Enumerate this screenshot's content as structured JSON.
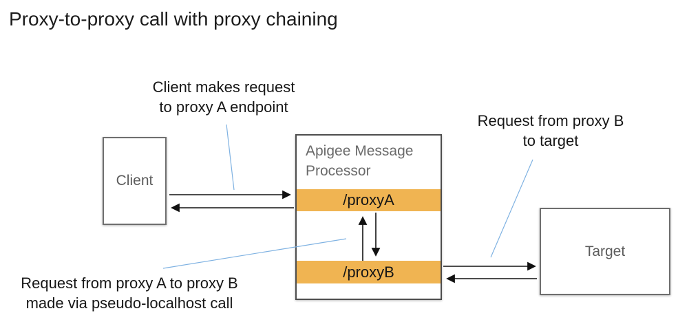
{
  "title": "Proxy-to-proxy call with proxy chaining",
  "annotations": {
    "client_request": {
      "line1": "Client makes request",
      "line2": "to proxy A endpoint"
    },
    "proxyb_to_target": {
      "line1": "Request from proxy B",
      "line2": "to target"
    },
    "proxya_to_proxyb": {
      "line1": "Request from proxy A to proxy B",
      "line2": "made via pseudo-localhost call"
    }
  },
  "boxes": {
    "client": {
      "label": "Client"
    },
    "processor": {
      "title": "Apigee Message Processor",
      "endpoints": [
        {
          "label": "/proxyA"
        },
        {
          "label": "/proxyB"
        }
      ]
    },
    "target": {
      "label": "Target"
    }
  },
  "colors": {
    "endpoint_bar": "#F0B452",
    "callout_line": "#7FB2E2",
    "box_border_gray": "#6E6E6E",
    "processor_border": "#4D4D4D",
    "box_text_gray": "#5C5C5C",
    "arrow_black": "#111111"
  }
}
